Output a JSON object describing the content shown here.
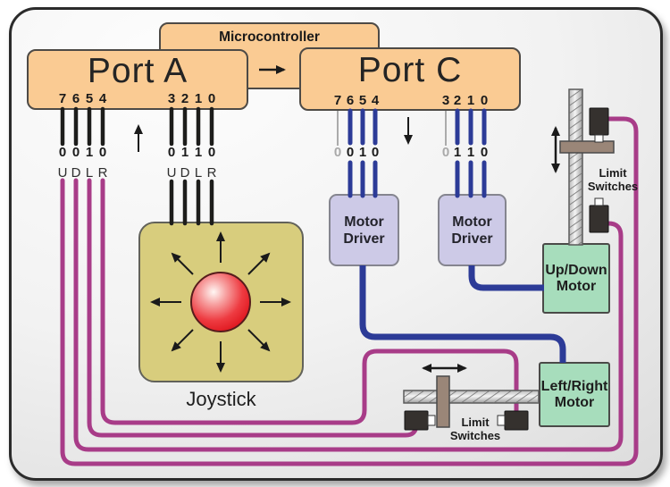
{
  "colors": {
    "box_fill": "#FACB93",
    "box_border": "#4d4a46",
    "driver_fill": "#CDCAE7",
    "motor_fill": "#A7DDBC",
    "joystick_fill": "#D8CD7D",
    "wire_purple": "#A83C88",
    "wire_blue": "#2C3B97",
    "pin_black": "#1d1d1b",
    "pin_gray": "#ABABAB",
    "ball_red": "#EE1C25",
    "crossbar_brown": "#9A8678"
  },
  "microcontroller": {
    "label": "Microcontroller"
  },
  "port_a": {
    "label": "Port A",
    "groups": [
      {
        "pins": [
          "7",
          "6",
          "5",
          "4"
        ],
        "values": [
          "0",
          "0",
          "1",
          "0"
        ],
        "signals": [
          "U",
          "D",
          "L",
          "R"
        ]
      },
      {
        "pins": [
          "3",
          "2",
          "1",
          "0"
        ],
        "values": [
          "0",
          "1",
          "1",
          "0"
        ],
        "signals": [
          "U",
          "D",
          "L",
          "R"
        ]
      }
    ]
  },
  "port_c": {
    "label": "Port C",
    "groups": [
      {
        "pins": [
          "7",
          "6",
          "5",
          "4"
        ],
        "values": [
          "0",
          "0",
          "1",
          "0"
        ]
      },
      {
        "pins": [
          "3",
          "2",
          "1",
          "0"
        ],
        "values": [
          "0",
          "1",
          "1",
          "0"
        ]
      }
    ]
  },
  "motor_driver_1": {
    "line1": "Motor",
    "line2": "Driver"
  },
  "motor_driver_2": {
    "line1": "Motor",
    "line2": "Driver"
  },
  "joystick": {
    "label": "Joystick"
  },
  "up_down_motor": {
    "line1": "Up/Down",
    "line2": "Motor"
  },
  "left_right_motor": {
    "line1": "Left/Right",
    "line2": "Motor"
  },
  "limit_switches_vertical": {
    "line1": "Limit",
    "line2": "Switches"
  },
  "limit_switches_horizontal": {
    "line1": "Limit",
    "line2": "Switches"
  }
}
